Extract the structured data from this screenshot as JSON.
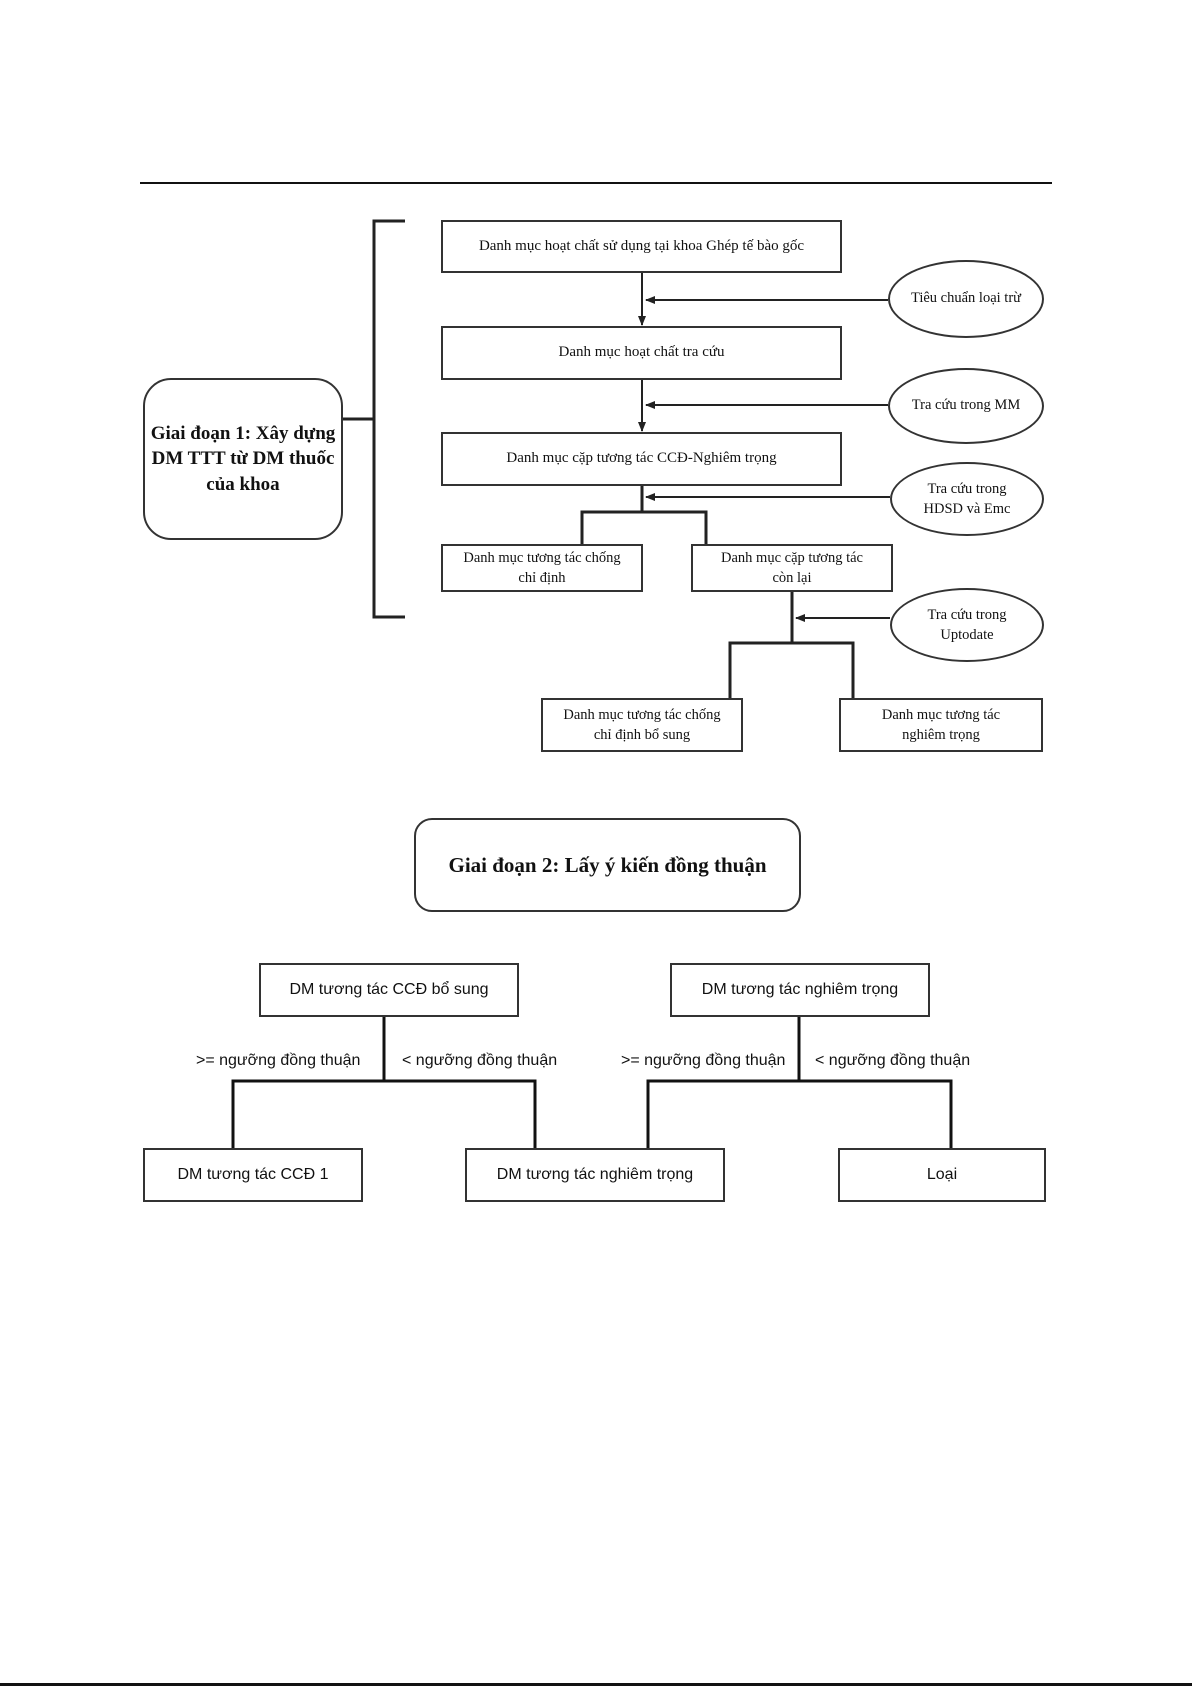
{
  "stage1": {
    "title_lines": [
      "Giai đoạn 1: Xây dựng",
      "DM TTT từ DM thuốc",
      "của khoa"
    ],
    "box_department": "Danh mục hoạt chất sử dụng tại khoa Ghép tế bào gốc",
    "box_lookup": "Danh mục hoạt chất tra cứu",
    "box_pairs": "Danh mục cặp tương tác CCĐ-Nghiêm trọng",
    "box_contra_lines": [
      "Danh mục tương tác chống",
      "chỉ định"
    ],
    "box_remaining_lines": [
      "Danh mục cặp tương tác",
      "còn lại"
    ],
    "box_contra_extra_lines": [
      "Danh mục tương tác chống",
      "chỉ định bổ sung"
    ],
    "box_serious_lines": [
      "Danh mục tương tác",
      "nghiêm trọng"
    ],
    "source_exclusion": "Tiêu chuẩn loại trừ",
    "source_mm": "Tra cứu trong MM",
    "source_hdsd_lines": [
      "Tra cứu trong",
      "HDSD và Emc"
    ],
    "source_uptodate_lines": [
      "Tra cứu trong",
      "Uptodate"
    ]
  },
  "stage2": {
    "title": "Giai đoạn 2: Lấy ý kiến đồng thuận",
    "box_ccd_extra": "DM tương tác CCĐ bổ sung",
    "box_serious_top": "DM tương tác nghiêm trọng",
    "label_ge_left": ">= ngưỡng đồng thuận",
    "label_lt_left": "< ngưỡng đồng thuận",
    "label_ge_right": ">= ngưỡng đồng thuận",
    "label_lt_right": "< ngưỡng đồng thuận",
    "box_ccd1": "DM tương tác CCĐ 1",
    "box_serious_bottom": "DM tương tác nghiêm trọng",
    "box_excluded": "Loại"
  }
}
